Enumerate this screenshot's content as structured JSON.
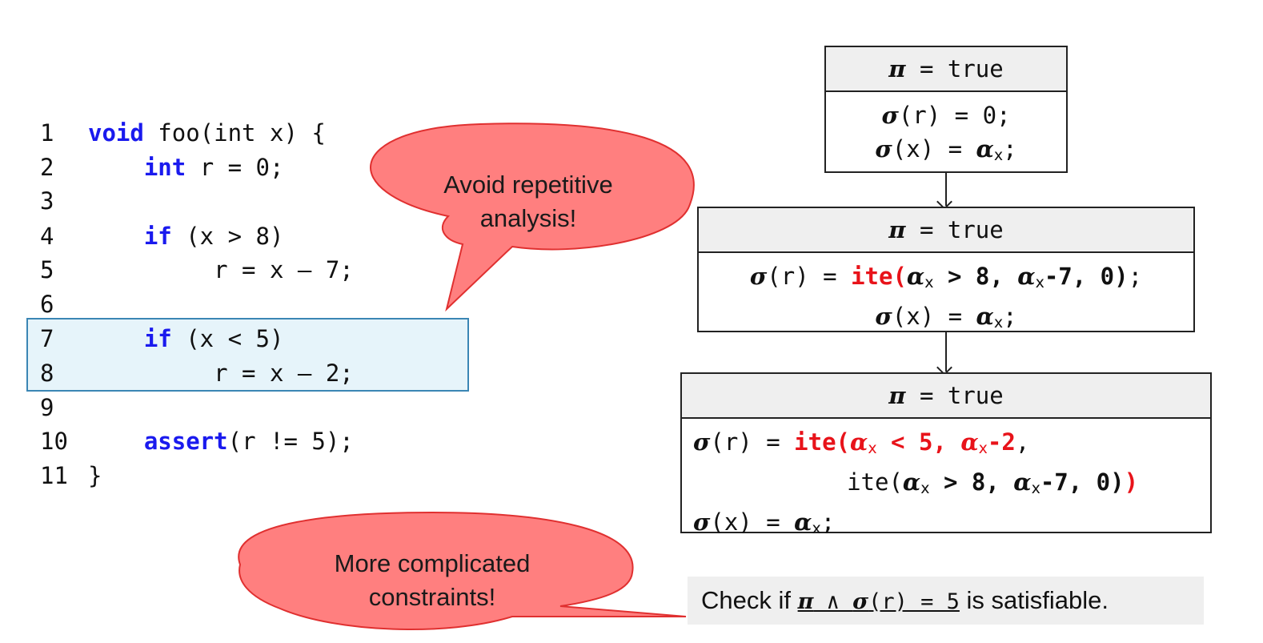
{
  "code": {
    "lines": [
      {
        "num": "1",
        "indent": "",
        "kw": "void",
        "rest": " foo(int x) {"
      },
      {
        "num": "2",
        "indent": "    ",
        "kw": "int",
        "rest": " r = 0;"
      },
      {
        "num": "3",
        "indent": "",
        "kw": "",
        "rest": ""
      },
      {
        "num": "4",
        "indent": "    ",
        "kw": "if",
        "rest": " (x > 8)"
      },
      {
        "num": "5",
        "indent": "         ",
        "kw": "",
        "rest": "r = x – 7;"
      },
      {
        "num": "6",
        "indent": "",
        "kw": "",
        "rest": ""
      },
      {
        "num": "7",
        "indent": "    ",
        "kw": "if",
        "rest": " (x < 5)"
      },
      {
        "num": "8",
        "indent": "         ",
        "kw": "",
        "rest": "r = x – 2;"
      },
      {
        "num": "9",
        "indent": "",
        "kw": "",
        "rest": ""
      },
      {
        "num": "10",
        "indent": "    ",
        "kw": "assert",
        "rest": "(r != 5);"
      },
      {
        "num": "11",
        "indent": "",
        "kw": "",
        "rest": "}"
      }
    ],
    "highlighted_lines": [
      "7",
      "8"
    ]
  },
  "callouts": {
    "top": "Avoid repetitive analysis!",
    "bottom": "More complicated constraints!"
  },
  "states": [
    {
      "pi": "π",
      "pi_value": " = true",
      "r_line": {
        "sigma": "σ",
        "lhs": "(r) = ",
        "plain": "0;"
      },
      "x_line": {
        "sigma": "σ",
        "lhs": "(x) = ",
        "alpha": "α",
        "sub": "x",
        "end": ";"
      }
    },
    {
      "pi": "π",
      "pi_value": " = true",
      "r_ite": "ite",
      "r_paren": "(",
      "r_cond": " > 8, ",
      "r_then": "-7, 0)",
      "r_end": ";",
      "x_line": {
        "sigma": "σ",
        "lhs": "(x) = ",
        "alpha": "α",
        "sub": "x",
        "end": ";"
      }
    },
    {
      "pi": "π",
      "pi_value": " = true",
      "r_ite_outer": "ite(",
      "r_cond_outer": " < 5, ",
      "r_then_outer": "-2",
      "r_comma": ",",
      "r_ite_inner": "ite(",
      "r_cond_inner": " > 8, ",
      "r_then_inner": "-7, 0)",
      "r_close": ")",
      "x_line": {
        "sigma": "σ",
        "lhs": "(x) = ",
        "alpha": "α",
        "sub": "x",
        "end": ";"
      }
    }
  ],
  "check": {
    "prefix": "Check if ",
    "formula_pi": "π",
    "formula_and": " ∧ ",
    "formula_sigma": "σ",
    "formula_rest": "(r) = 5",
    "suffix": " is satisfiable."
  },
  "colors": {
    "keyword": "#1a1aee",
    "highlight_ite": "#e8131a",
    "callout_fill": "#ff7f7f",
    "callout_stroke": "#e03030",
    "highlight_bg": "#e6f4fa"
  }
}
